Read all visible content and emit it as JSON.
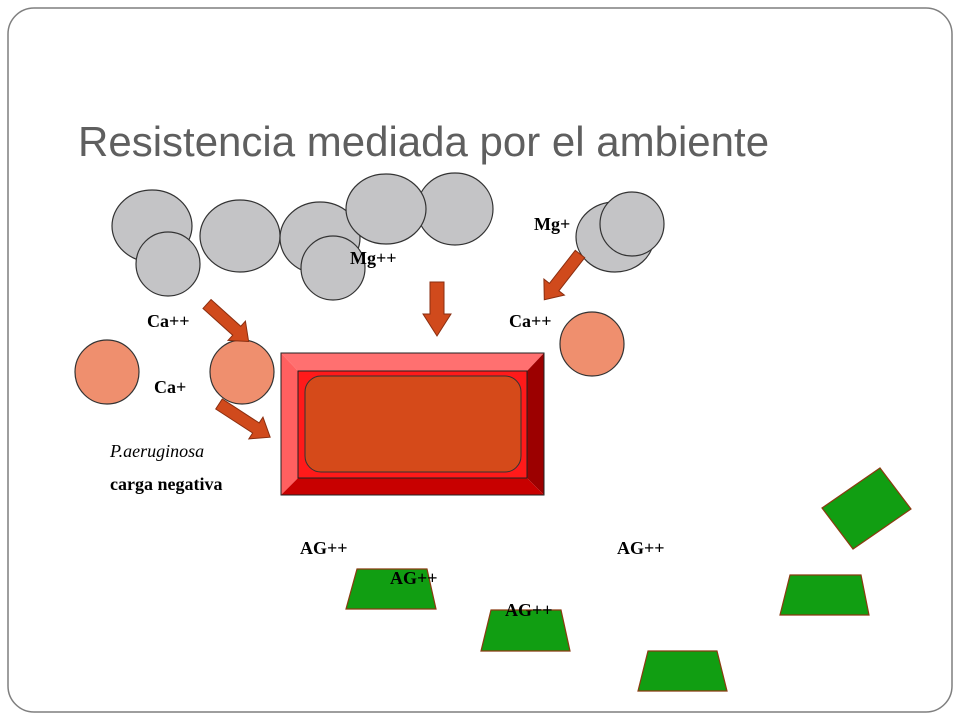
{
  "slide": {
    "title": "Resistencia mediada por el ambiente",
    "colors": {
      "cation_mg": "#c4c4c6",
      "cation_ca": "#ef8f6e",
      "arrow": "#d04a1c",
      "cell_outer": "#ff2020",
      "cell_inner": "#d54a1a",
      "aminoglycoside": "#119e12",
      "frame": "#7f7f7f"
    },
    "labels": {
      "mg_a": "Mg++",
      "mg_b": "Mg+",
      "ca_a": "Ca++",
      "ca_b": "Ca++",
      "ca_c": "Ca+",
      "organism": "P.aeruginosa",
      "charge": "carga negativa",
      "ag_1": "AG++",
      "ag_2": "AG++",
      "ag_3": "AG++",
      "ag_4": "AG++"
    }
  }
}
